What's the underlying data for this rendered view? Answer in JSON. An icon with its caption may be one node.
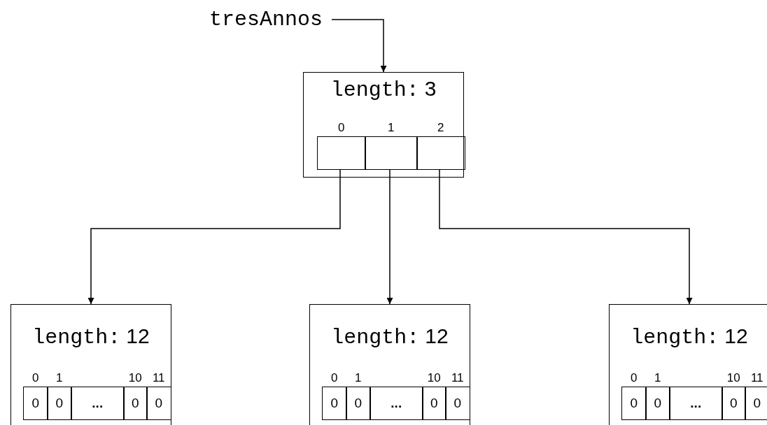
{
  "diagram": {
    "nodes": [
      {
        "text": [
          "tresAnnos"
        ]
      },
      {
        "text": [
          "length:",
          "3"
        ]
      },
      {
        "text": [],
        "shape": "box",
        "in": 1,
        "beside": [
          "0"
        ]
      },
      {
        "text": [],
        "shape": "box",
        "in": 1,
        "beside": [
          "1"
        ]
      },
      {
        "text": [],
        "shape": "box",
        "in": 1,
        "beside": [
          "2"
        ]
      },
      {
        "text": [
          "length:",
          "12"
        ]
      },
      {
        "text": [
          "0"
        ],
        "in": 5,
        "beside": [
          "0"
        ]
      },
      {
        "text": [
          "0"
        ],
        "in": 5,
        "beside": [
          "1"
        ]
      },
      {
        "text": [
          "..."
        ],
        "in": 5
      },
      {
        "text": [
          "0"
        ],
        "in": 5,
        "beside": [
          "10"
        ]
      },
      {
        "text": [
          "0"
        ],
        "in": 5,
        "beside": [
          "11"
        ]
      },
      {
        "text": [
          "length:",
          "12"
        ]
      },
      {
        "text": [
          "0"
        ],
        "in": 11,
        "beside": [
          "0"
        ]
      },
      {
        "text": [
          "0"
        ],
        "in": 11,
        "beside": [
          "1"
        ]
      },
      {
        "text": [
          "..."
        ],
        "in": 11
      },
      {
        "text": [
          "0"
        ],
        "in": 11,
        "beside": [
          "10"
        ]
      },
      {
        "text": [
          "0"
        ],
        "in": 11,
        "beside": [
          "11"
        ]
      },
      {
        "text": [
          "length:",
          "12"
        ]
      },
      {
        "text": [
          "0"
        ],
        "in": 17,
        "beside": [
          "0"
        ]
      },
      {
        "text": [
          "0"
        ],
        "in": 17,
        "beside": [
          "1"
        ]
      },
      {
        "text": [
          "..."
        ],
        "in": 17
      },
      {
        "text": [
          "0"
        ],
        "in": 17,
        "beside": [
          "10"
        ]
      },
      {
        "text": [
          "0"
        ],
        "in": 17,
        "beside": [
          "11"
        ]
      }
    ],
    "edges": [
      {
        "from": 0,
        "to": 1,
        "arrow": "to"
      },
      {
        "from": 2,
        "to": 5,
        "arrow": "to"
      },
      {
        "from": 3,
        "to": 11,
        "arrow": "to"
      },
      {
        "from": 4,
        "to": 17,
        "arrow": "to"
      }
    ]
  }
}
